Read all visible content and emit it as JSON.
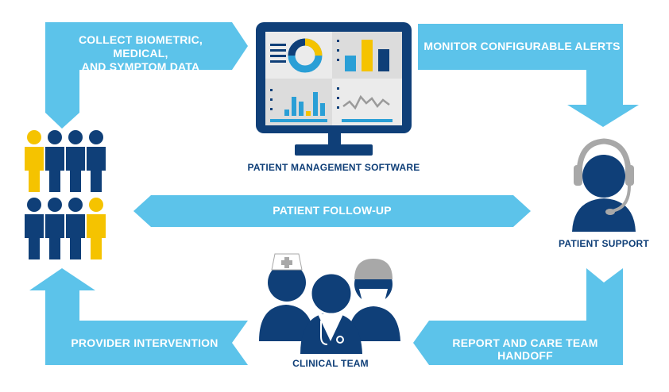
{
  "flow": {
    "collect": "COLLECT BIOMETRIC, MEDICAL, AND SYMPTOM DATA",
    "collect_line1": "COLLECT BIOMETRIC, MEDICAL,",
    "collect_line2": "AND SYMPTOM DATA",
    "monitor": "MONITOR CONFIGURABLE ALERTS",
    "followup": "PATIENT FOLLOW-UP",
    "intervention": "PROVIDER INTERVENTION",
    "handoff": "REPORT AND CARE TEAM HANDOFF"
  },
  "nodes": {
    "software": "PATIENT MANAGEMENT SOFTWARE",
    "support": "PATIENT SUPPORT",
    "clinical": "CLINICAL TEAM"
  },
  "colors": {
    "band": "#5cc3ea",
    "navy": "#0f3f78",
    "yellow": "#f5c300",
    "gray": "#a8a8a8",
    "screen_light": "#ebebeb",
    "chart_blue": "#2a9fd6"
  },
  "icons": [
    "patient-group-icon",
    "monitor-icon",
    "headset-agent-icon",
    "clinical-team-icon"
  ]
}
